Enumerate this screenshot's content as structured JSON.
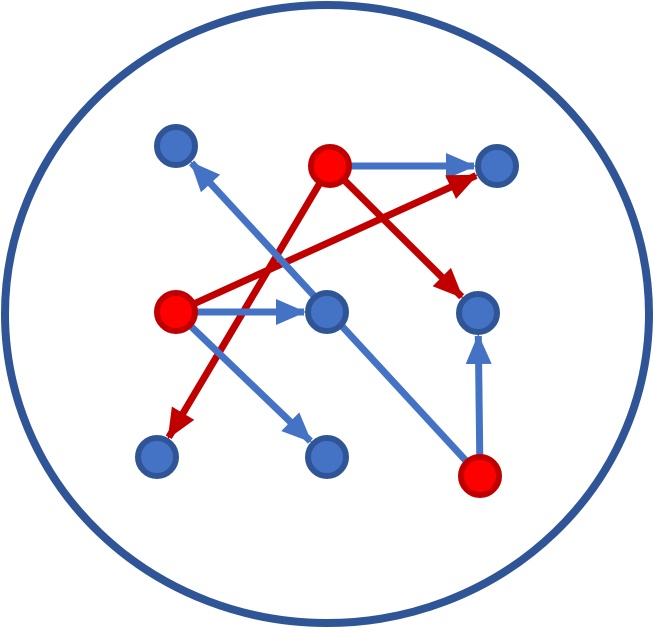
{
  "colors": {
    "background": "#ffffff",
    "boundary_stroke": "#2f5597",
    "blue_node_fill": "#4472c4",
    "blue_node_stroke": "#2f5597",
    "red_node_fill": "#ff0000",
    "red_node_stroke": "#c00000",
    "blue_edge": "#4472c4",
    "red_edge": "#c00000"
  },
  "boundary": {
    "shape": "ellipse"
  },
  "nodes": [
    {
      "id": "n1",
      "kind": "blue"
    },
    {
      "id": "n2",
      "kind": "red"
    },
    {
      "id": "n3",
      "kind": "blue"
    },
    {
      "id": "n4",
      "kind": "red"
    },
    {
      "id": "n5",
      "kind": "blue"
    },
    {
      "id": "n6",
      "kind": "blue"
    },
    {
      "id": "n7",
      "kind": "blue"
    },
    {
      "id": "n8",
      "kind": "blue"
    },
    {
      "id": "n9",
      "kind": "red"
    }
  ],
  "edges": [
    {
      "from": "n2",
      "to": "n3",
      "color": "blue"
    },
    {
      "from": "n2",
      "to": "n6",
      "color": "red"
    },
    {
      "from": "n2",
      "to": "n7",
      "color": "red"
    },
    {
      "from": "n4",
      "to": "n3",
      "color": "red"
    },
    {
      "from": "n4",
      "to": "n5",
      "color": "blue"
    },
    {
      "from": "n4",
      "to": "n8",
      "color": "blue"
    },
    {
      "from": "n9",
      "to": "n1",
      "color": "blue"
    },
    {
      "from": "n9",
      "to": "n6",
      "color": "blue"
    }
  ]
}
